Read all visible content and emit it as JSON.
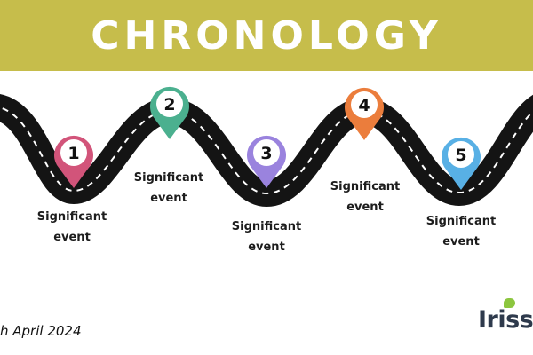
{
  "header": {
    "title": "CHRONOLOGY",
    "background": "#c6bd4b"
  },
  "events": [
    {
      "number": "1",
      "label_line1": "Significant",
      "label_line2": "event",
      "color": "#d2547a"
    },
    {
      "number": "2",
      "label_line1": "Significant",
      "label_line2": "event",
      "color": "#4bb08f"
    },
    {
      "number": "3",
      "label_line1": "Significant",
      "label_line2": "event",
      "color": "#9a83de"
    },
    {
      "number": "4",
      "label_line1": "Significant",
      "label_line2": "event",
      "color": "#eb7d3c"
    },
    {
      "number": "5",
      "label_line1": "Significant",
      "label_line2": "event",
      "color": "#58b0e5"
    }
  ],
  "footer": {
    "date": "h April 2024",
    "logo_text": "Iriss",
    "logo_bubble_color": "#8cc63f"
  }
}
